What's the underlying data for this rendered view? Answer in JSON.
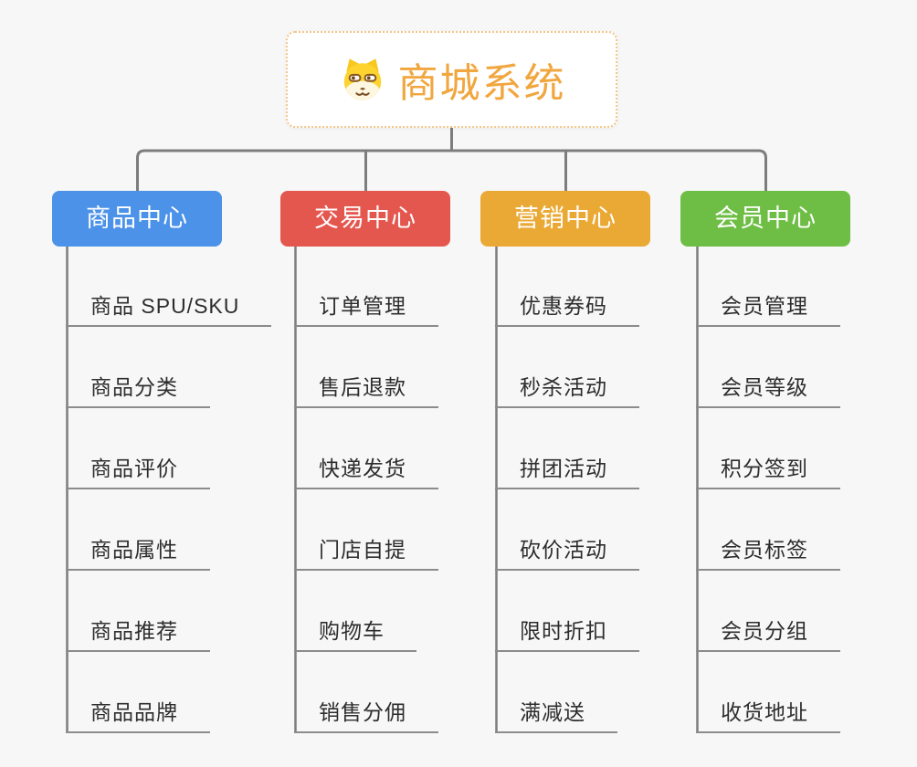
{
  "page": {
    "background_color": "#f7f7f7"
  },
  "root_node": {
    "title": "商城系统",
    "icon": "dog-face-icon",
    "title_color": "#f1a63e",
    "border_color": "#f3c587"
  },
  "connectors": {
    "line_color": "#7d7d7d",
    "underline_color": "#8c8c8c"
  },
  "branches": [
    {
      "label": "商品中心",
      "color": "#4b92e8",
      "children": [
        "商品 SPU/SKU",
        "商品分类",
        "商品评价",
        "商品属性",
        "商品推荐",
        "商品品牌"
      ]
    },
    {
      "label": "交易中心",
      "color": "#e4574f",
      "children": [
        "订单管理",
        "售后退款",
        "快递发货",
        "门店自提",
        "购物车",
        "销售分佣"
      ]
    },
    {
      "label": "营销中心",
      "color": "#eaa935",
      "children": [
        "优惠券码",
        "秒杀活动",
        "拼团活动",
        "砍价活动",
        "限时折扣",
        "满减送"
      ]
    },
    {
      "label": "会员中心",
      "color": "#6ebe45",
      "children": [
        "会员管理",
        "会员等级",
        "积分签到",
        "会员标签",
        "会员分组",
        "收货地址"
      ]
    }
  ]
}
